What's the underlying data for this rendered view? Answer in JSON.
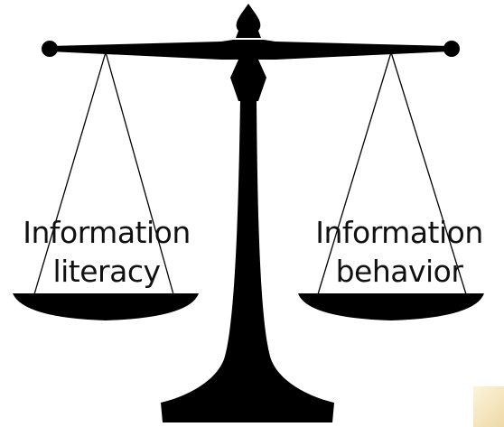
{
  "scale": {
    "left_pan_label": [
      "Information",
      "literacy"
    ],
    "right_pan_label": [
      "Information",
      "behavior"
    ],
    "colors": {
      "silhouette": "#000000",
      "background": "#ffffff",
      "corner_swatch": "#f4e4bb"
    },
    "icons": [
      "balance-scale-icon"
    ]
  }
}
